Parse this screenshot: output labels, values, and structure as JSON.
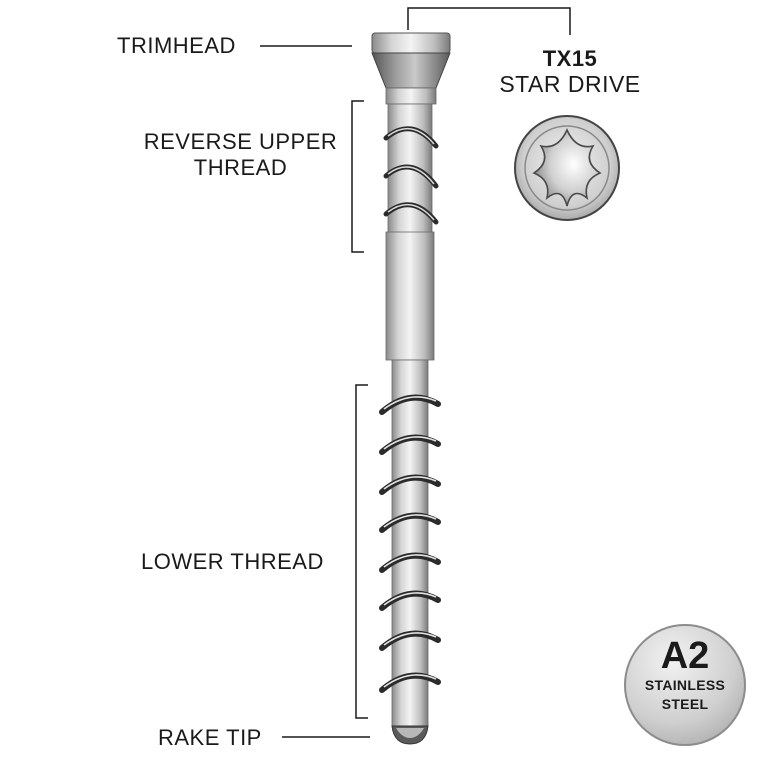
{
  "labels": {
    "trimhead": "TRIMHEAD",
    "reverse_line1": "REVERSE UPPER",
    "reverse_line2": "THREAD",
    "lower_thread": "LOWER THREAD",
    "rake_tip": "RAKE TIP",
    "drive_code": "TX15",
    "drive_name": "STAR DRIVE"
  },
  "badge": {
    "grade": "A2",
    "material_line1": "STAINLESS",
    "material_line2": "STEEL"
  },
  "colors": {
    "line": "#1a1a1a",
    "metal_light": "#dcdcdc",
    "metal_dark": "#6e6e6e",
    "thread_dark": "#2b2b2b"
  },
  "icons": [
    "star-drive-icon"
  ]
}
